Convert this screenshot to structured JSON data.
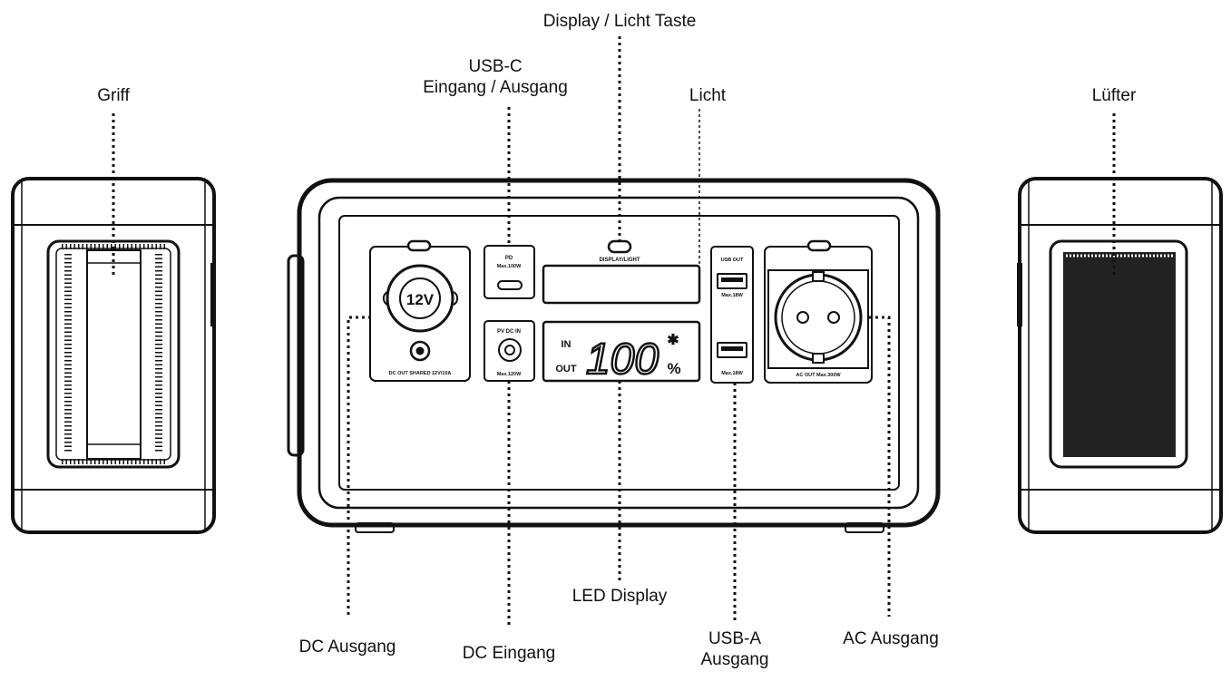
{
  "labels": {
    "griff": "Griff",
    "display_licht_taste": "Display / Licht Taste",
    "usbc_line1": "USB-C",
    "usbc_line2": "Eingang / Ausgang",
    "licht": "Licht",
    "luefter": "Lüfter",
    "led_display": "LED Display",
    "dc_ausgang": "DC Ausgang",
    "dc_eingang": "DC Eingang",
    "usba_line1": "USB-A",
    "usba_line2": "Ausgang",
    "ac_ausgang": "AC Ausgang"
  },
  "device": {
    "carport_text": "12V",
    "dc_out_caption": "DC OUT SHARED 12V/10A",
    "pd_title": "PD",
    "pd_max": "Max.100W",
    "pv_title": "PV DC IN",
    "pv_max": "Max.120W",
    "button_caption": "DISPLAY/LIGHT",
    "lcd_in": "IN",
    "lcd_out": "OUT",
    "lcd_value": "100",
    "lcd_unit": "%",
    "lcd_bt": "✱",
    "usb_out_title": "USB OUT",
    "usb_max_1": "Max.18W",
    "usb_max_2": "Max.18W",
    "ac_caption": "AC OUT Max.300W"
  }
}
